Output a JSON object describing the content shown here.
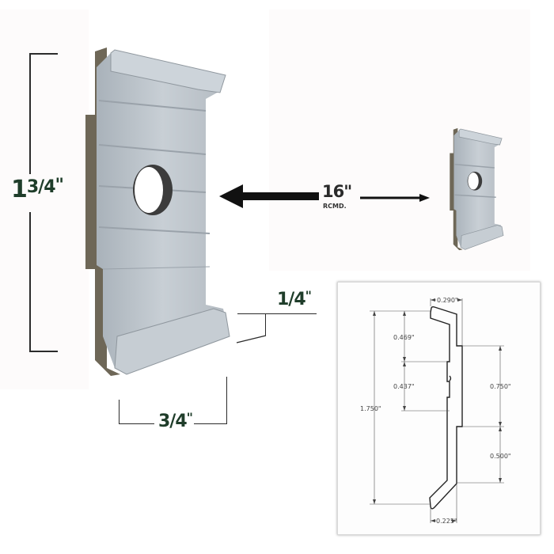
{
  "figure": {
    "height_dimension": {
      "whole": "1",
      "fraction": "3/4",
      "unit": "\""
    },
    "base_dimension": {
      "fraction": "3/4",
      "unit": "\""
    },
    "flange_dimension": {
      "fraction": "1/4",
      "unit": "\""
    },
    "spacing": {
      "value": "16\"",
      "note": "RCMD."
    }
  },
  "drawing": {
    "top_width": "0.290\"",
    "bottom_width": "0.225\"",
    "total_height": "1.750\"",
    "upper_segment": "0.469\"",
    "middle_segment": "0.437\"",
    "right_upper": "0.750\"",
    "right_lower": "0.500\""
  },
  "colors": {
    "label_green": "#1f3d2a",
    "aluminum": "#b9c1c9",
    "edge_dark": "#6b6455"
  }
}
